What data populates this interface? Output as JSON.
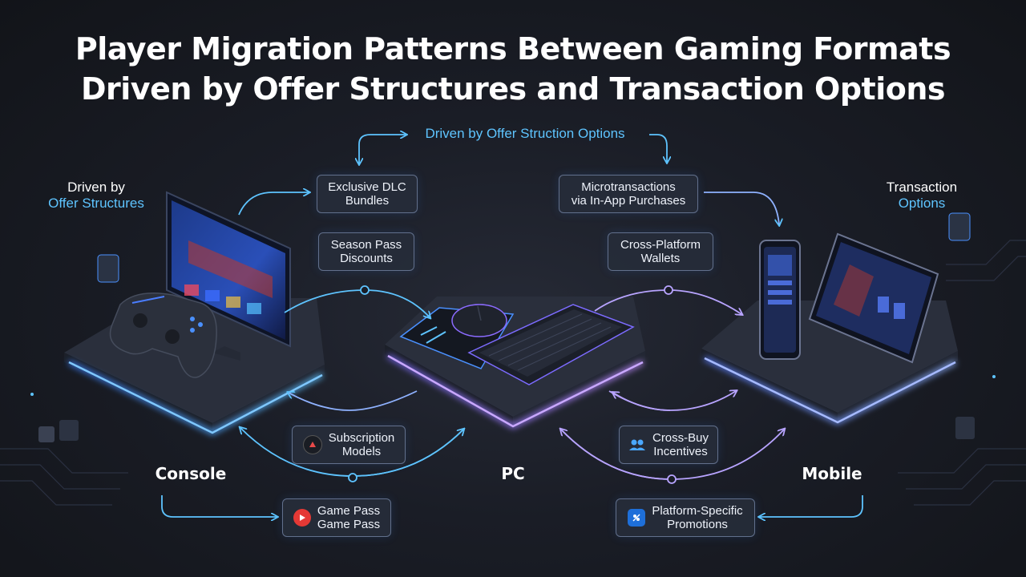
{
  "title": {
    "line1": "Player Migration Patterns Between Gaming Formats",
    "line2": "Driven by Offer Structures and Transaction Options"
  },
  "labels": {
    "left_line1": "Driven by",
    "left_line2": "Offer Structures",
    "right_line1": "Transaction",
    "right_line2": "Options",
    "top_center": "Driven by Offer Struction Options"
  },
  "boxes": {
    "exclusive_dlc": [
      "Exclusive DLC",
      "Bundles"
    ],
    "season_pass": [
      "Season Pass",
      "Discounts"
    ],
    "microtransactions": [
      "Microtransactions",
      "via In-App Purchases"
    ],
    "cross_platform": [
      "Cross-Platform",
      "Wallets"
    ],
    "subscription": [
      "Subscription",
      "Models"
    ],
    "cross_buy": [
      "Cross-Buy",
      "Incentives"
    ],
    "game_pass": [
      "Game Pass",
      "Game Pass"
    ],
    "platform_specific": [
      "Platform-Specific",
      "Promotions"
    ]
  },
  "platforms": {
    "console": "Console",
    "pc": "PC",
    "mobile": "Mobile"
  },
  "colors": {
    "background": "#1a1d26",
    "accent_blue": "#5ec4ff",
    "glow_blue": "#3f8bff",
    "glow_purple": "#9b6bff",
    "text": "#ffffff"
  },
  "icons": {
    "subscription": "subscription-icon",
    "cross_buy": "users-icon",
    "game_pass": "play-icon",
    "platform_specific": "promo-icon"
  }
}
